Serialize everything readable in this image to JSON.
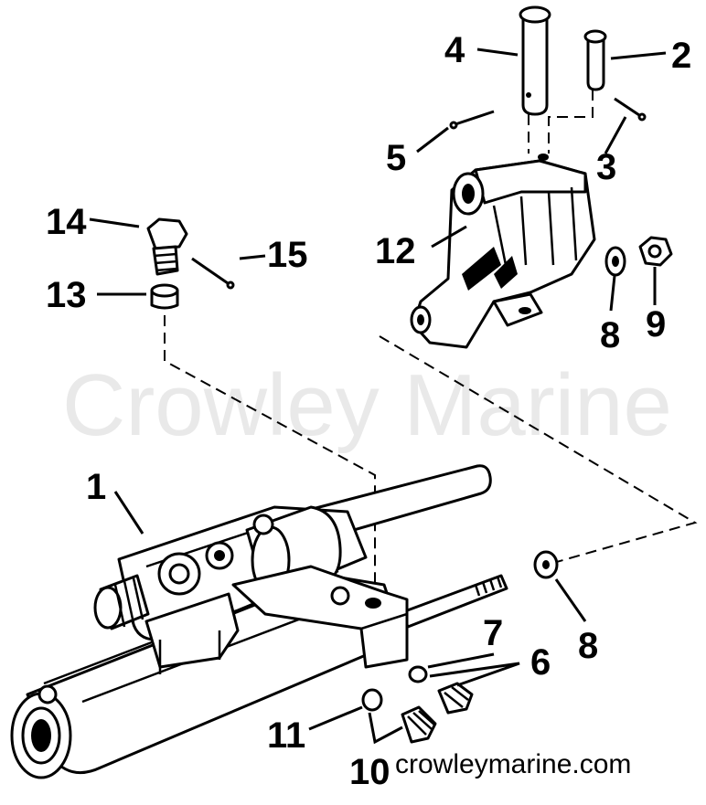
{
  "watermark": "Crowley Marine",
  "website": "crowleymarine.com",
  "callouts": {
    "p1": "1",
    "p2": "2",
    "p3": "3",
    "p4": "4",
    "p5": "5",
    "p6": "6",
    "p7": "7",
    "p8a": "8",
    "p8b": "8",
    "p9": "9",
    "p10": "10",
    "p11": "11",
    "p12": "12",
    "p13": "13",
    "p14": "14",
    "p15": "15"
  }
}
